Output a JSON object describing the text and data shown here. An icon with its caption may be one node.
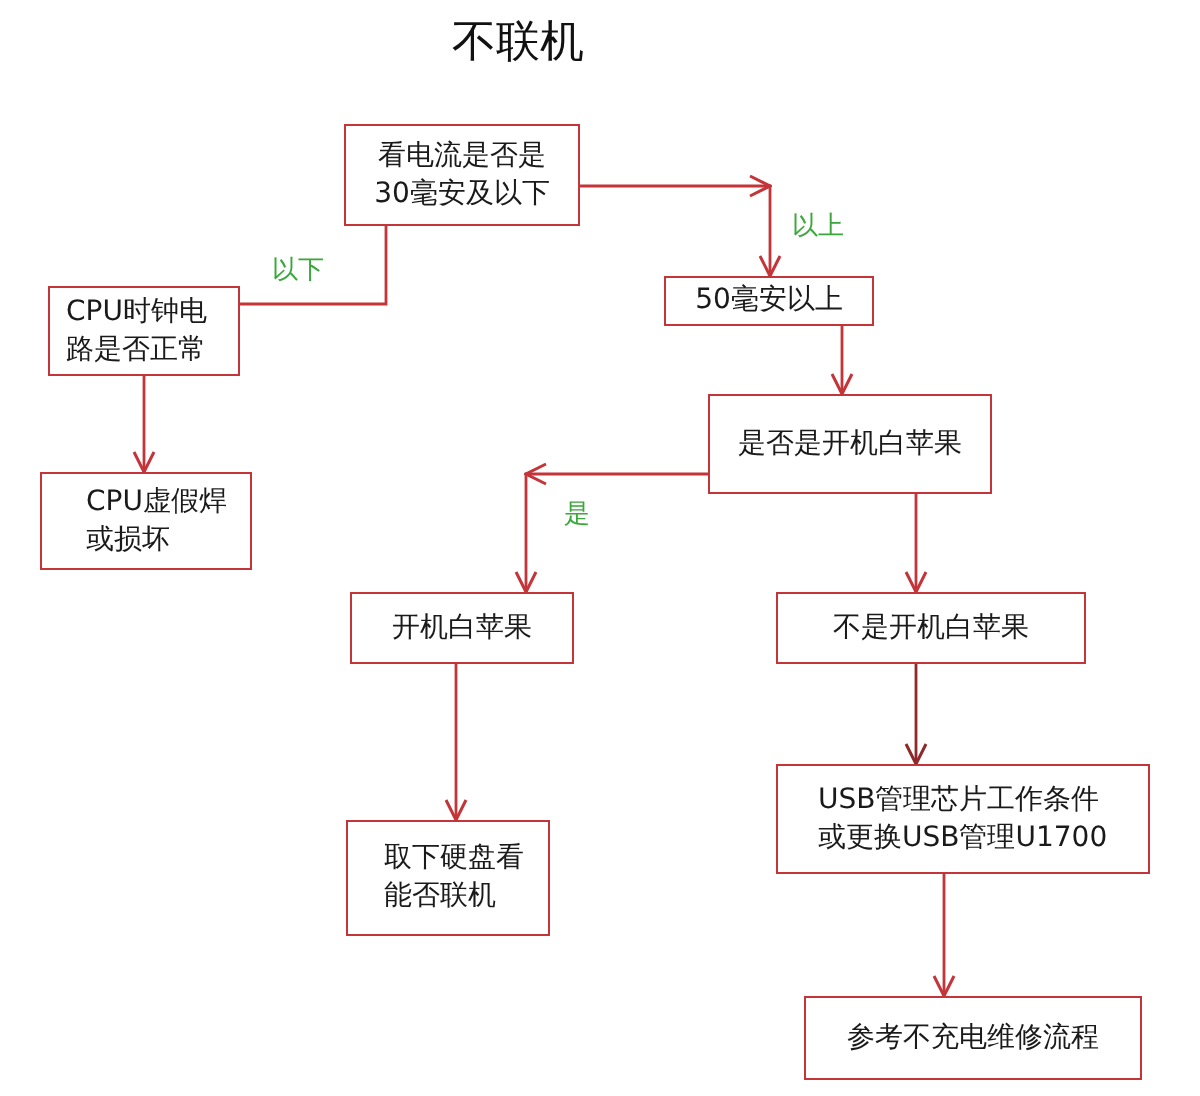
{
  "diagram": {
    "title": "不联机",
    "nodes": [
      {
        "text": [
          "看电流是否是30毫安及以下"
        ]
      },
      {
        "text": [
          "CPU时钟电路是否正常"
        ]
      },
      {
        "text": [
          "CPU虚假焊或损坏"
        ]
      },
      {
        "text": [
          "50毫安以上"
        ]
      },
      {
        "text": [
          "是否是开机白苹果"
        ]
      },
      {
        "text": [
          "开机白苹果"
        ]
      },
      {
        "text": [
          "不是开机白苹果"
        ]
      },
      {
        "text": [
          "取下硬盘看能否联机"
        ]
      },
      {
        "text": [
          "USB管理芯片工作条件或更换USB管理U1700"
        ]
      },
      {
        "text": [
          "参考不充电维修流程"
        ]
      }
    ],
    "edges": [
      {
        "from": 0,
        "to": 1,
        "arrow": "none",
        "label": "以下"
      },
      {
        "from": 1,
        "to": 2,
        "arrow": "to"
      },
      {
        "from": 0,
        "to": 3,
        "arrow": "to",
        "label": "以上"
      },
      {
        "from": 3,
        "to": 4,
        "arrow": "to"
      },
      {
        "from": 4,
        "to": 5,
        "arrow": "to",
        "label": "是"
      },
      {
        "from": 4,
        "to": 6,
        "arrow": "to"
      },
      {
        "from": 5,
        "to": 7,
        "arrow": "to"
      },
      {
        "from": 6,
        "to": 8,
        "arrow": "to",
        "color": "#8e2a2a"
      },
      {
        "from": 8,
        "to": 9,
        "arrow": "to"
      }
    ]
  }
}
